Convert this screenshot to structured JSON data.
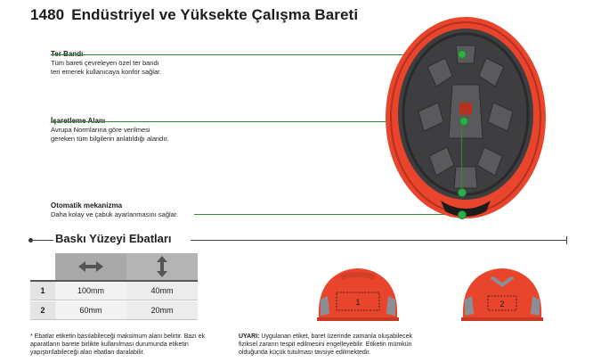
{
  "title": {
    "number": "1480",
    "text": "Endüstriyel ve Yüksekte Çalışma Bareti"
  },
  "callouts": [
    {
      "title": "Ter Bandı",
      "line1": "Tüm bareti çevreleyen özel ter bandı",
      "line2": "teri emerek kullanıcaya konfor sağlar."
    },
    {
      "title": "İşaretleme Alanı",
      "line1": "Avrupa Normlarına göre verilmesi",
      "line2": "gereken tüm bilgilerin anlatıldığı alandır."
    },
    {
      "title": "Otomatik mekanizma",
      "line1": "Daha kolay ve çabuk ayarlanmasını sağlar.",
      "line2": ""
    }
  ],
  "section": {
    "title": "Baskı Yüzeyi Ebatları"
  },
  "table": {
    "header_icons": [
      "horizontal-arrows-icon",
      "vertical-arrows-icon"
    ],
    "rows": [
      {
        "index": "1",
        "width": "100mm",
        "height": "40mm"
      },
      {
        "index": "2",
        "width": "60mm",
        "height": "20mm"
      }
    ]
  },
  "helmet_labels": [
    "1",
    "2"
  ],
  "footnotes": {
    "left_line1": "* Ebatlar etiketin basılabileceği maksimum alanı belirtir. Bazı ek",
    "left_line2": "aparatların barete birlikte kullanılması durumunda etiketin",
    "left_line3": "yapıştırılabileceği alan ebatları daralabilir.",
    "right_label": "UYARI:",
    "right_line1": " Uygulanan etiket, baret üzerinde zamanla oluşabilecek",
    "right_line2": "fiziksel zararın tespit edilmesini engelleyebilir. Etiketin mümkün",
    "right_line3": "olduğunda küçük tutulması tavsiye edilmektedir."
  },
  "colors": {
    "helmet_red": "#e8452c",
    "leader_green": "#2fae48",
    "table_header": "#a9a9a9"
  }
}
